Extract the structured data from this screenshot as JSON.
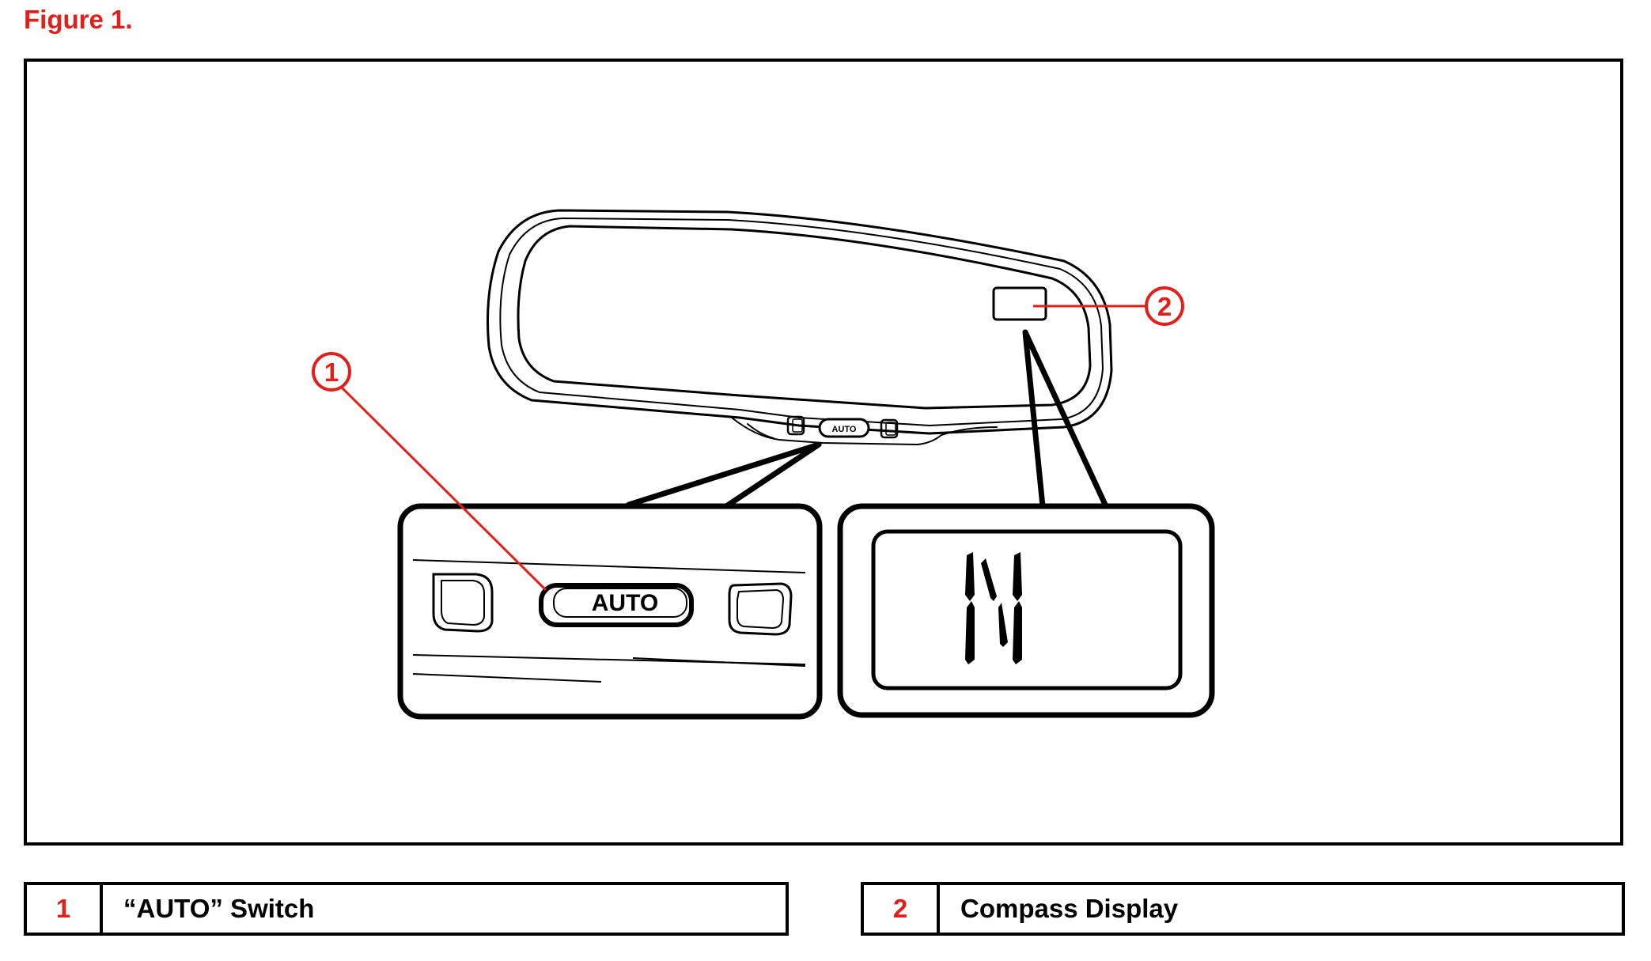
{
  "figure_title": "Figure 1.",
  "callouts": [
    {
      "number": "1",
      "label": "“AUTO” Switch"
    },
    {
      "number": "2",
      "label": "Compass Display"
    }
  ],
  "mirror": {
    "small_button_text": "AUTO",
    "zoom_button_text": "AUTO",
    "compass_heading": "N"
  },
  "colors": {
    "callout": "#e0201b",
    "line_art": "#000000"
  }
}
